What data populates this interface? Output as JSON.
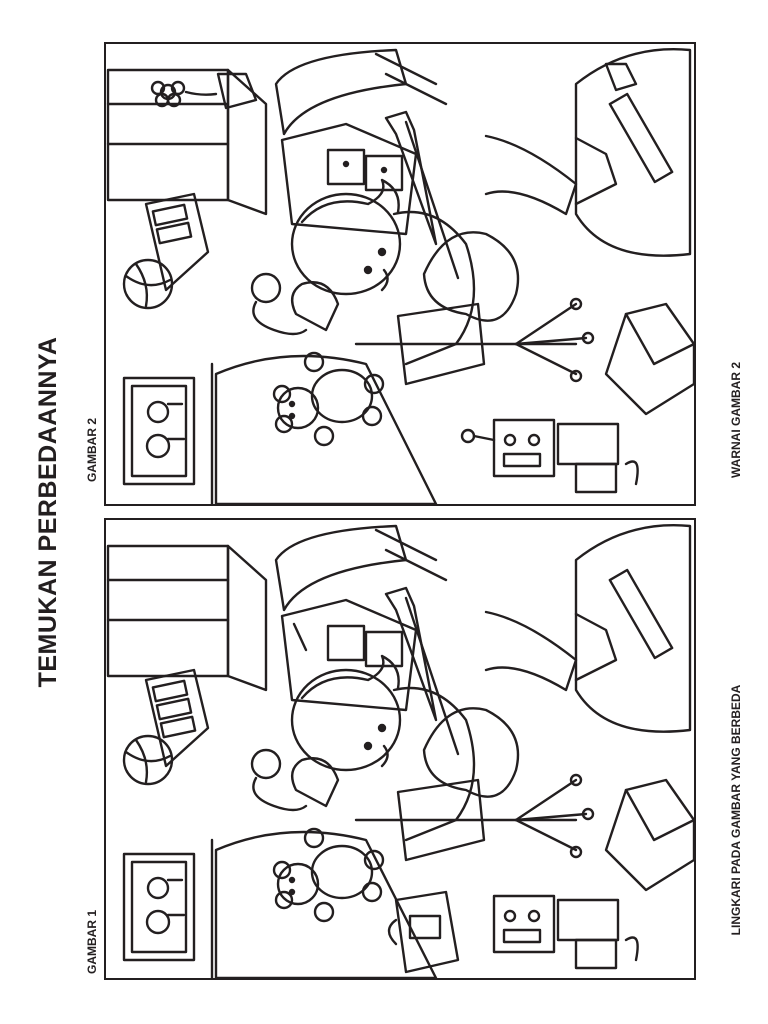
{
  "title": "TEMUKAN PERBEDAANNYA",
  "picture_1_label": "GAMBAR 1",
  "picture_2_label": "GAMBAR 2",
  "instruction_circle": "LINGKARI PADA GAMBAR YANG BERBEDA",
  "instruction_color": "WARNAI GAMBAR  2",
  "line_color": "#231f20"
}
